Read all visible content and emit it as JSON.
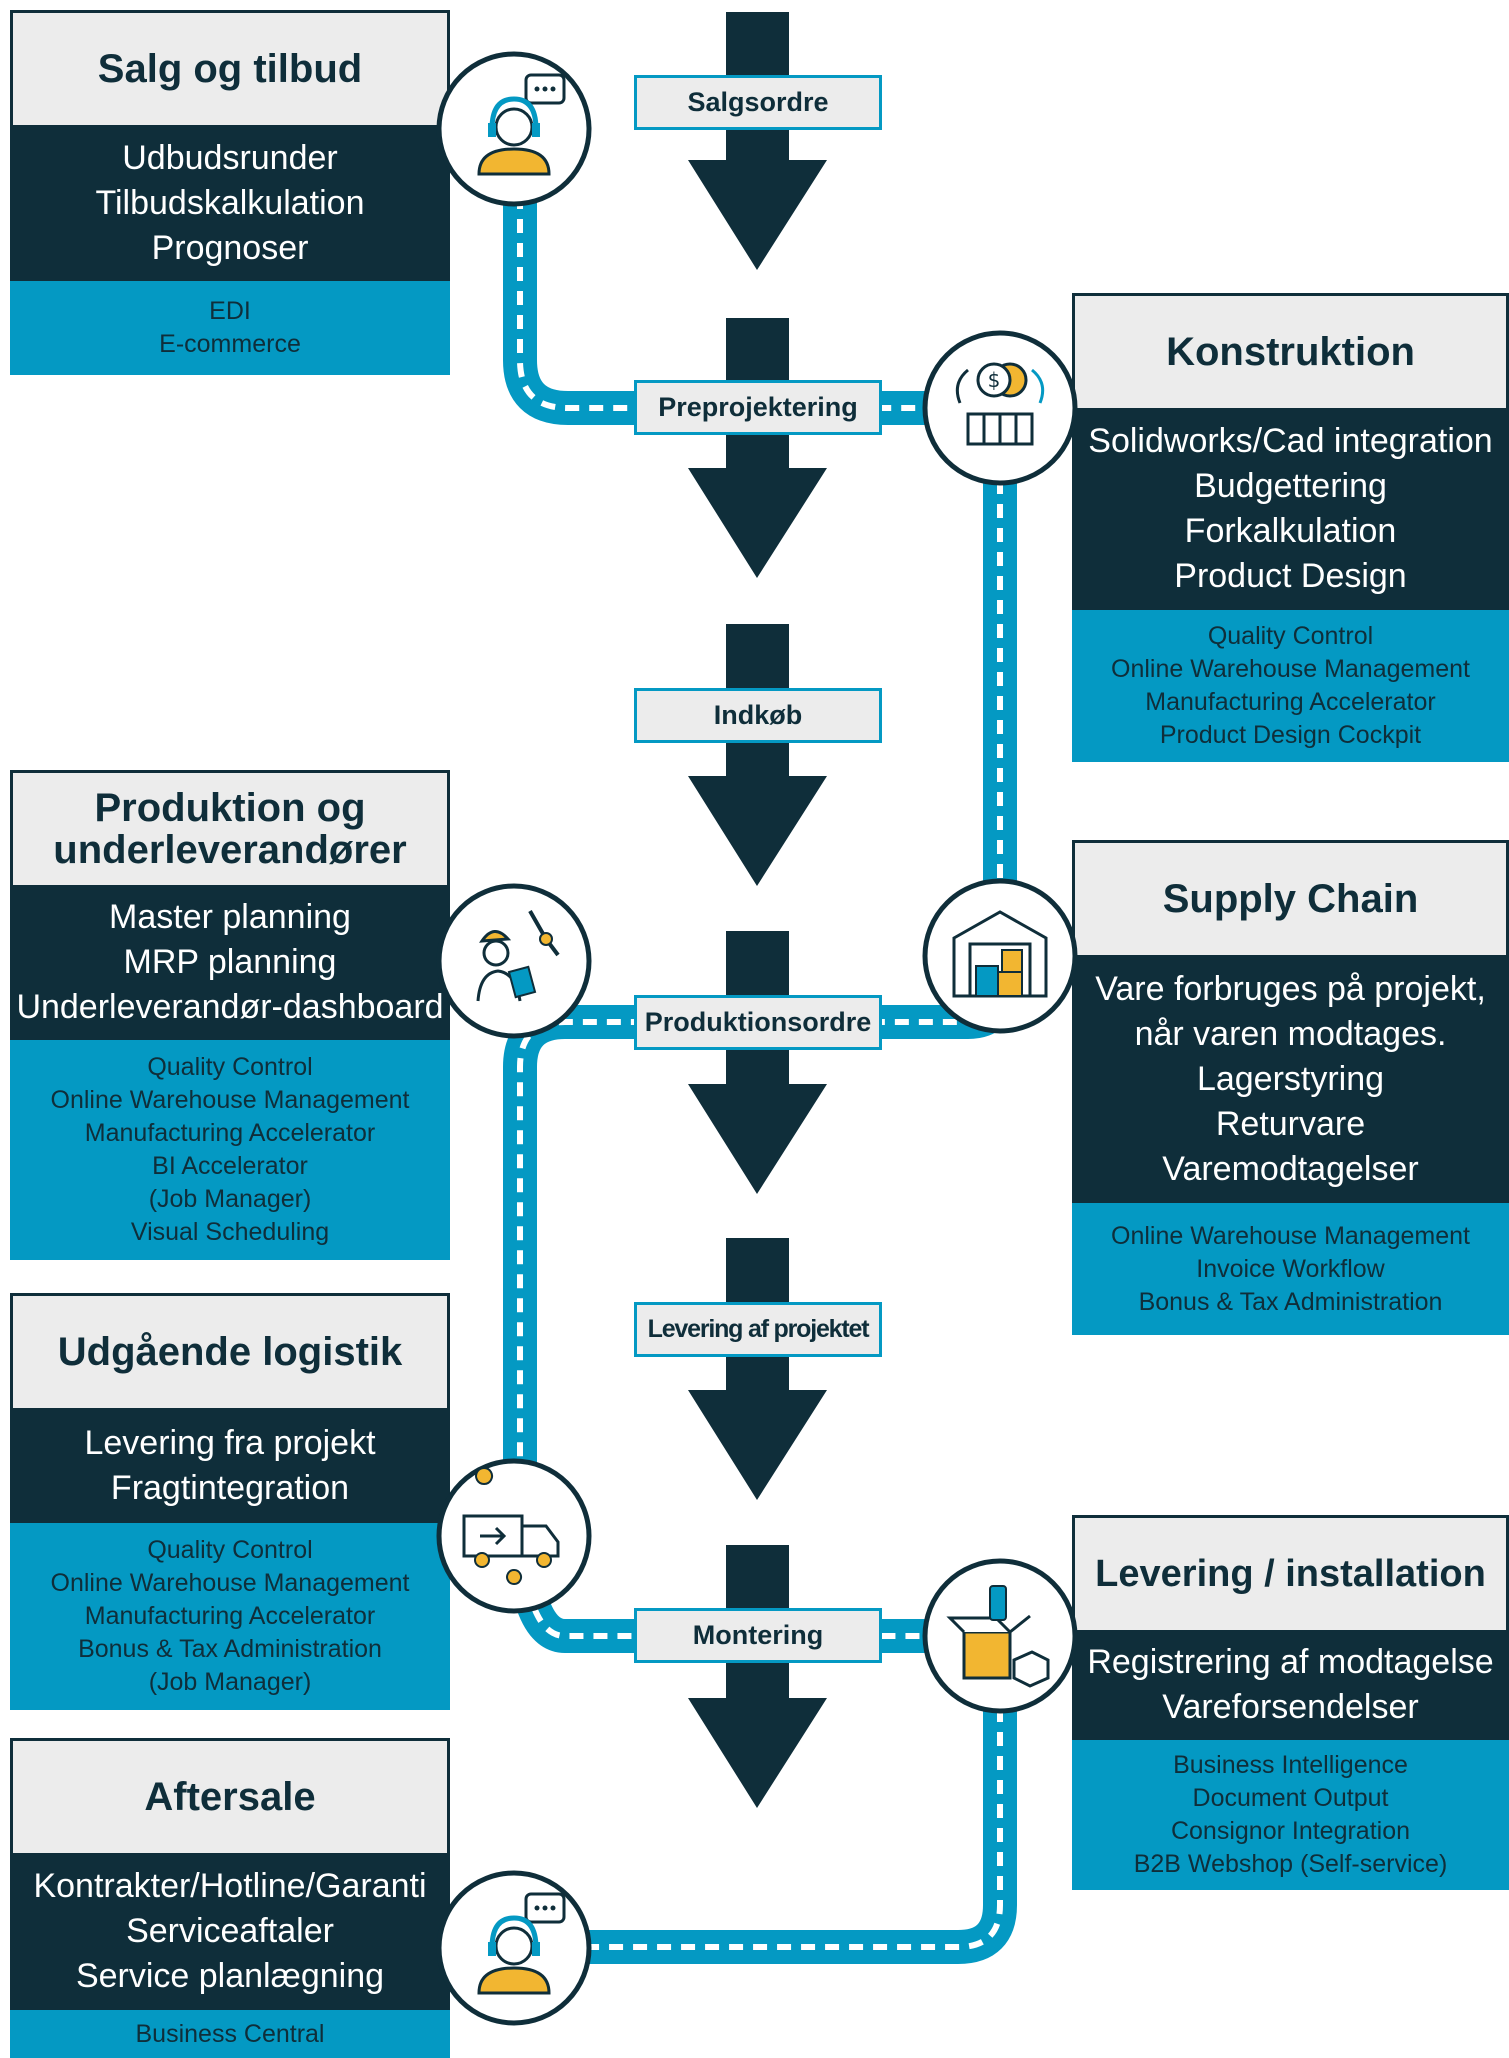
{
  "colors": {
    "dark": "#0f2e3a",
    "accent": "#0499c3",
    "light_gray": "#ececec",
    "orange": "#f2b631"
  },
  "flow_labels": [
    "Salgsordre",
    "Preprojektering",
    "Indkøb",
    "Produktionsordre",
    "Levering af projektet",
    "Montering"
  ],
  "cards": {
    "salg": {
      "title": "Salg og tilbud",
      "dark": [
        "Udbudsrunder",
        "Tilbudskalkulation",
        "Prognoser"
      ],
      "light": [
        "EDI",
        "E-commerce"
      ]
    },
    "konstruktion": {
      "title": "Konstruktion",
      "dark": [
        "Solidworks/Cad integration",
        "Budgettering",
        "Forkalkulation",
        "Product Design"
      ],
      "light": [
        "Quality Control",
        "Online Warehouse Management",
        "Manufacturing Accelerator",
        "Product Design Cockpit"
      ]
    },
    "produktion": {
      "title_1": "Produktion og",
      "title_2": "underleverandører",
      "dark": [
        "Master planning",
        "MRP planning",
        "Underleverandør-dashboard"
      ],
      "light": [
        "Quality Control",
        "Online Warehouse Management",
        "Manufacturing Accelerator",
        "BI Accelerator",
        "(Job Manager)",
        "Visual Scheduling"
      ]
    },
    "supply": {
      "title": "Supply Chain",
      "dark": [
        "Vare forbruges på projekt,",
        "når varen modtages.",
        "Lagerstyring",
        "Returvare",
        "Varemodtagelser"
      ],
      "light": [
        "Online Warehouse Management",
        "Invoice Workflow",
        "Bonus & Tax Administration"
      ]
    },
    "udgaaende": {
      "title": "Udgående logistik",
      "dark": [
        "Levering fra projekt",
        "Fragtintegration"
      ],
      "light": [
        "Quality Control",
        "Online Warehouse Management",
        "Manufacturing Accelerator",
        "Bonus & Tax Administration",
        "(Job Manager)"
      ]
    },
    "levering": {
      "title": "Levering / installation",
      "dark": [
        "Registrering af modtagelse",
        "Vareforsendelser"
      ],
      "light": [
        "Business Intelligence",
        "Document Output",
        "Consignor Integration",
        "B2B Webshop (Self-service)"
      ]
    },
    "aftersale": {
      "title": "Aftersale",
      "dark": [
        "Kontrakter/Hotline/Garanti",
        "Serviceaftaler",
        "Service planlægning"
      ],
      "light": [
        "Business Central"
      ]
    }
  },
  "icons": [
    "support-agent-icon",
    "budget-coins-icon",
    "robot-arm-worker-icon",
    "warehouse-icon",
    "delivery-truck-icon",
    "open-box-icon",
    "support-agent-icon"
  ]
}
